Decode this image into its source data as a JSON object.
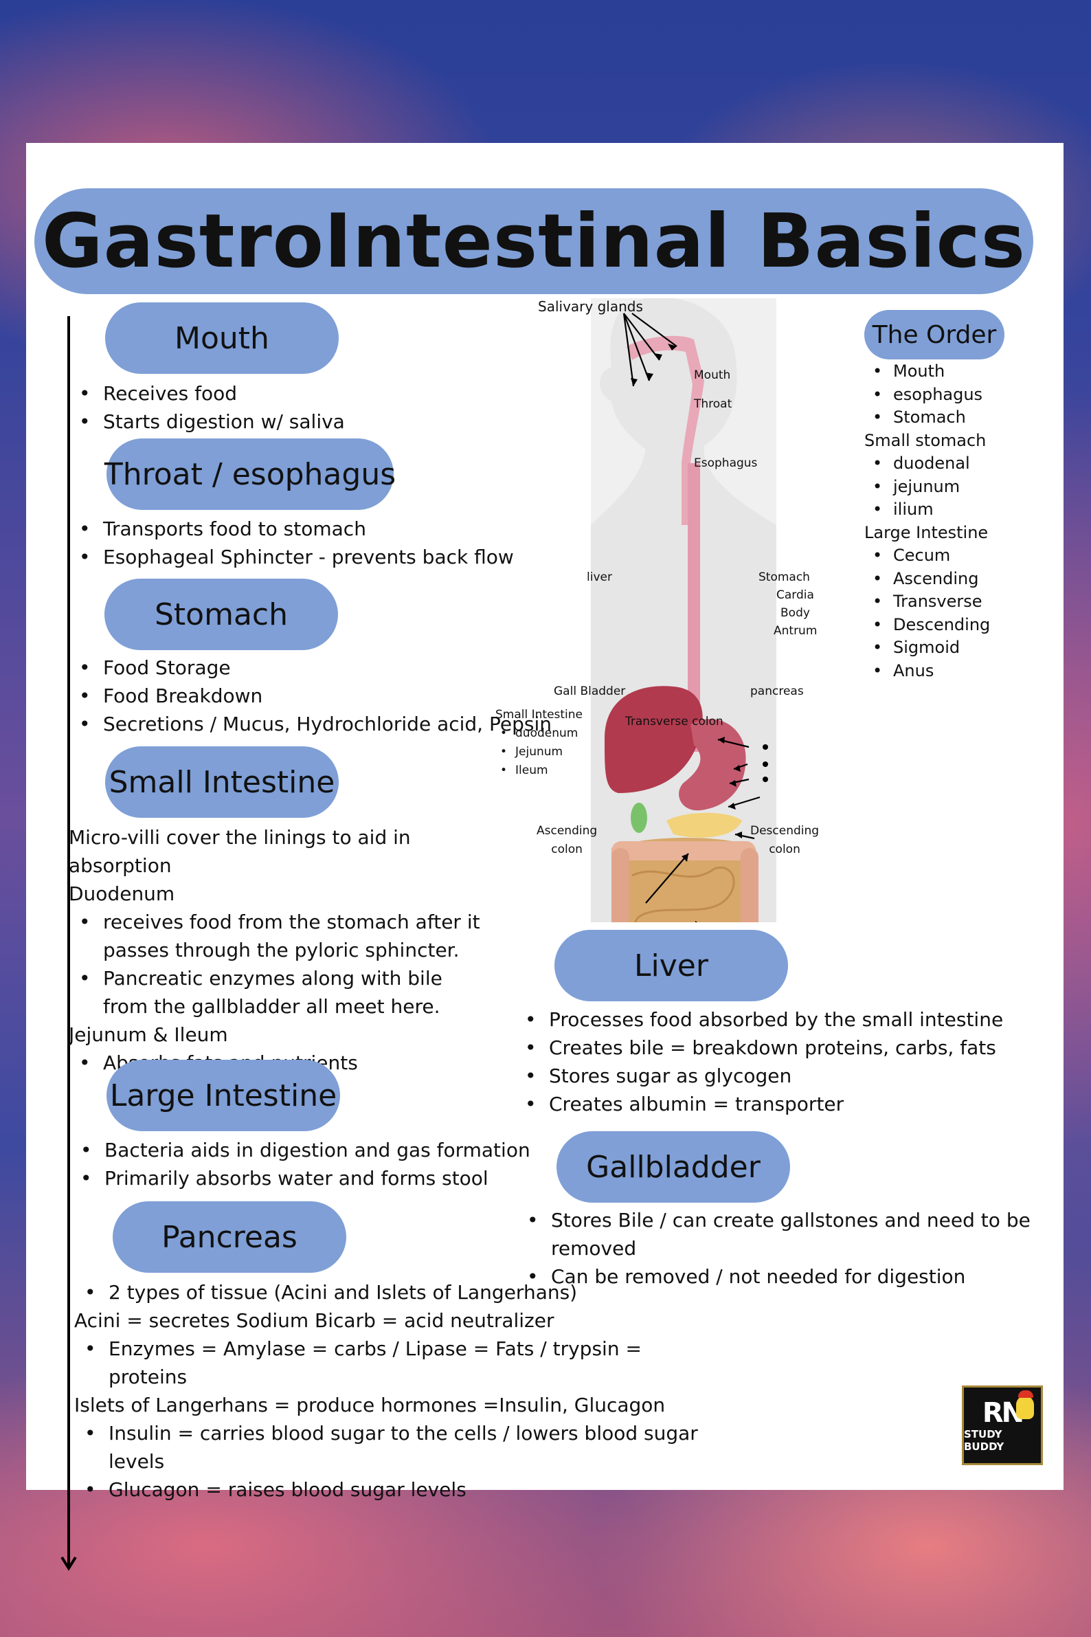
{
  "title": "GastroIntestinal Basics",
  "sections": {
    "mouth": {
      "heading": "Mouth",
      "bullets": [
        "Receives food",
        "Starts digestion w/ saliva"
      ]
    },
    "throat": {
      "heading": "Throat / esophagus",
      "bullets": [
        "Transports food to stomach",
        "Esophageal Sphincter - prevents back flow"
      ]
    },
    "stomach": {
      "heading": "Stomach",
      "bullets": [
        "Food Storage",
        "Food Breakdown",
        "Secretions / Mucus, Hydrochloride acid, Pepsin"
      ]
    },
    "small_intestine": {
      "heading": "Small Intestine",
      "intro": "Micro-villi cover the linings to aid in absorption",
      "duodenum_label": "Duodenum",
      "duodenum_bullets": [
        "receives food from the stomach after it passes through the pyloric sphincter.",
        "Pancreatic enzymes along with bile from the gallbladder all meet here."
      ],
      "jejunum_label": "Jejunum & Ileum",
      "jejunum_bullets": [
        "Absorbs fats and nutrients"
      ]
    },
    "large_intestine": {
      "heading": "Large Intestine",
      "bullets": [
        "Bacteria aids in digestion and gas formation",
        "Primarily absorbs water and forms stool"
      ]
    },
    "pancreas": {
      "heading": "Pancreas",
      "bullet1": "2 types of tissue (Acini and Islets of Langerhans)",
      "acini": "Acini = secretes Sodium Bicarb = acid neutralizer",
      "bullet2": "Enzymes = Amylase = carbs / Lipase = Fats / trypsin = proteins",
      "islets": "Islets of Langerhans = produce hormones =Insulin, Glucagon",
      "bullets3": [
        "Insulin = carries blood sugar to the cells / lowers blood sugar levels",
        "Glucagon = raises blood sugar levels"
      ]
    },
    "liver": {
      "heading": "Liver",
      "bullets": [
        "Processes food absorbed by the small intestine",
        "Creates bile = breakdown proteins, carbs, fats",
        "Stores sugar as glycogen",
        "Creates albumin = transporter"
      ]
    },
    "gallbladder": {
      "heading": "Gallbladder",
      "bullets": [
        "Stores Bile / can create gallstones and need to be removed",
        "Can be removed / not needed for digestion"
      ]
    }
  },
  "order": {
    "heading": "The Order",
    "group1": [
      "Mouth",
      "esophagus",
      "Stomach"
    ],
    "small_label": "Small stomach",
    "group2": [
      "duodenal",
      "jejunum",
      "ilium"
    ],
    "large_label": "Large Intestine",
    "group3": [
      "Cecum",
      "Ascending",
      "Transverse",
      "Descending",
      "Sigmoid",
      "Anus"
    ]
  },
  "diagram": {
    "salivary": "Salivary glands",
    "mouth": "Mouth",
    "throat": "Throat",
    "esophagus": "Esophagus",
    "liver": "liver",
    "stomach": "Stomach",
    "cardia": "Cardia",
    "body": "Body",
    "antrum": "Antrum",
    "gall_bladder": "Gall Bladder",
    "pancreas": "pancreas",
    "small_intestine": "Small Intestine",
    "duodenum": "duodenum",
    "jejunum": "Jejunum",
    "ileum": "Ileum",
    "transverse": "Transverse colon",
    "ascending": "Ascending",
    "ascending2": "colon",
    "descending": "Descending",
    "descending2": "colon"
  },
  "logo": {
    "rn": "RN",
    "tagline": "STUDY BUDDY"
  },
  "colors": {
    "pill": "#7f9fd6",
    "sheet": "#ffffff"
  }
}
